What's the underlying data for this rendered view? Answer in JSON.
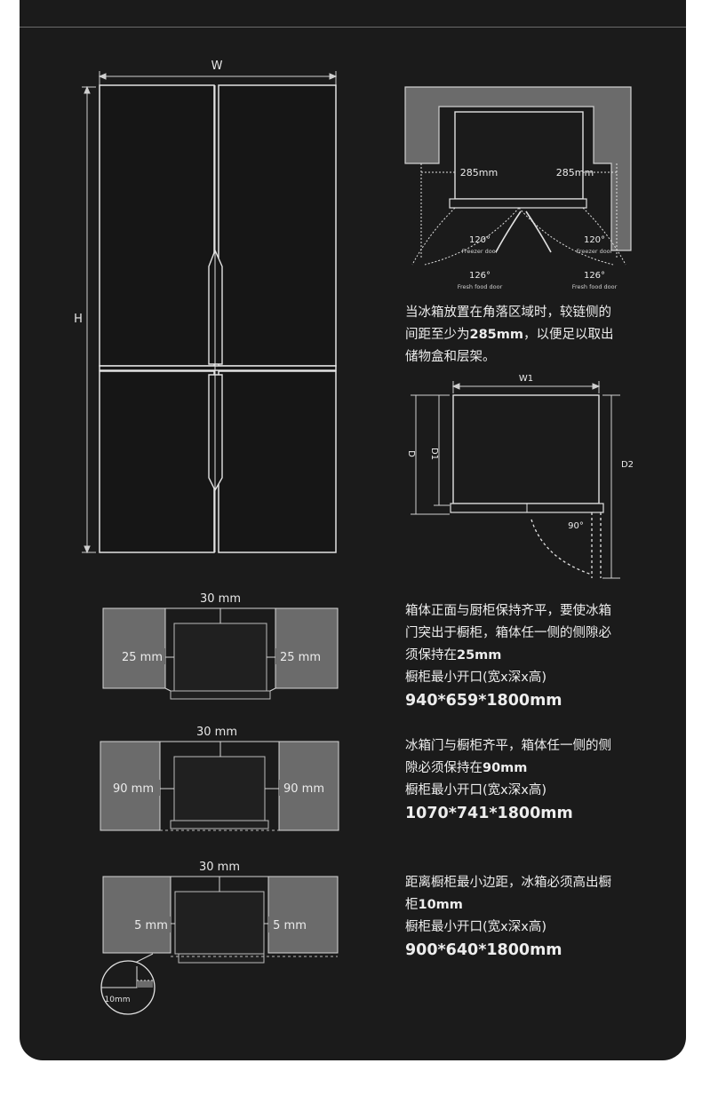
{
  "fridge": {
    "width_label": "W",
    "height_label": "H"
  },
  "corner_diagram": {
    "gap_left": "285mm",
    "gap_right": "285mm",
    "angle_120_left": "120°",
    "angle_120_right": "120°",
    "freezer_door_left": "Freezer door",
    "freezer_door_right": "Freezer door",
    "angle_126_left": "126°",
    "angle_126_right": "126°",
    "fresh_door_left": "Fresh food door",
    "fresh_door_right": "Fresh food door"
  },
  "corner_text": {
    "line1": "当冰箱放置在角落区域时，较链侧的",
    "line2_pre": "间距至少为",
    "line2_bold": "285mm",
    "line2_post": "，以便足以取出",
    "line3": "储物盒和层架。"
  },
  "depth_diagram": {
    "w1": "W1",
    "d": "D",
    "d1": "D1",
    "d2": "D2",
    "angle": "90°"
  },
  "install_1": {
    "top_gap": "30 mm",
    "side_left": "25 mm",
    "side_right": "25 mm",
    "line1": "箱体正面与厨柜保持齐平，要使冰箱",
    "line2": "门突出于橱柜，箱体任一侧的侧隙必",
    "line3_pre": "须保持在",
    "line3_bold": "25mm",
    "line4": "橱柜最小开口(宽x深x高)",
    "dims": "940*659*1800mm"
  },
  "install_2": {
    "top_gap": "30 mm",
    "side_left": "90 mm",
    "side_right": "90 mm",
    "line1": "冰箱门与橱柜齐平，箱体任一侧的侧",
    "line2_pre": "隙必须保持在",
    "line2_bold": "90mm",
    "line3": "橱柜最小开口(宽x深x高)",
    "dims": "1070*741*1800mm"
  },
  "install_3": {
    "top_gap": "30 mm",
    "side_left": "5 mm",
    "side_right": "5 mm",
    "inset": "10mm",
    "line1": "距离橱柜最小边距，冰箱必须高出橱",
    "line2_pre": "柜",
    "line2_bold": "10mm",
    "line3": "橱柜最小开口(宽x深x高)",
    "dims": "900*640*1800mm"
  }
}
